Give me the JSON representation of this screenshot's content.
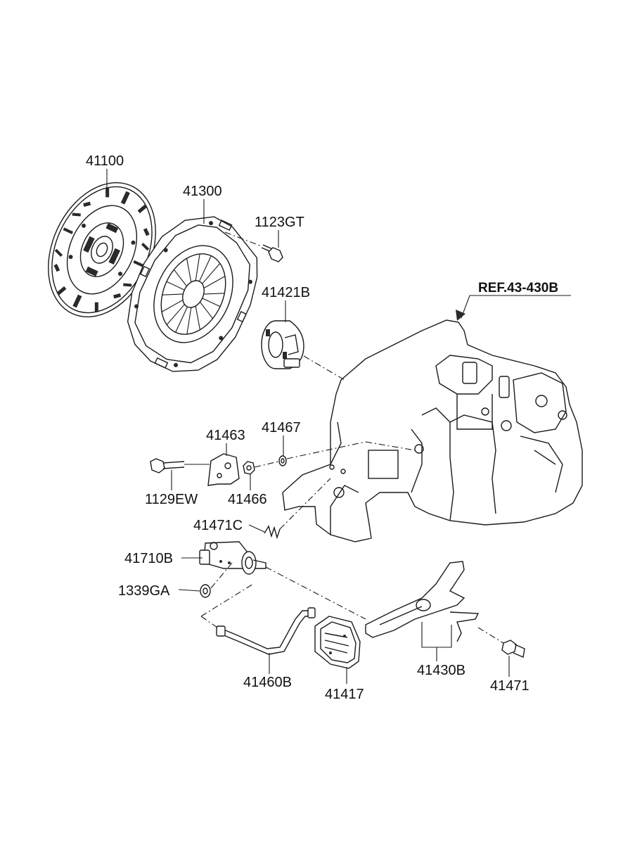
{
  "labels": {
    "clutch_disc": "41100",
    "pressure_plate": "41300",
    "pressure_plate_bolt": "1123GT",
    "release_bearing": "41421B",
    "reference": "REF.43-430B",
    "bracket": "41463",
    "bracket_bolt": "1129EW",
    "nut": "41466",
    "washer": "41467",
    "cylinder_spring": "41471C",
    "release_cylinder": "41710B",
    "clip": "1339GA",
    "hose": "41460B",
    "boot": "41417",
    "release_fork": "41430B",
    "fork_bolt": "41471"
  }
}
